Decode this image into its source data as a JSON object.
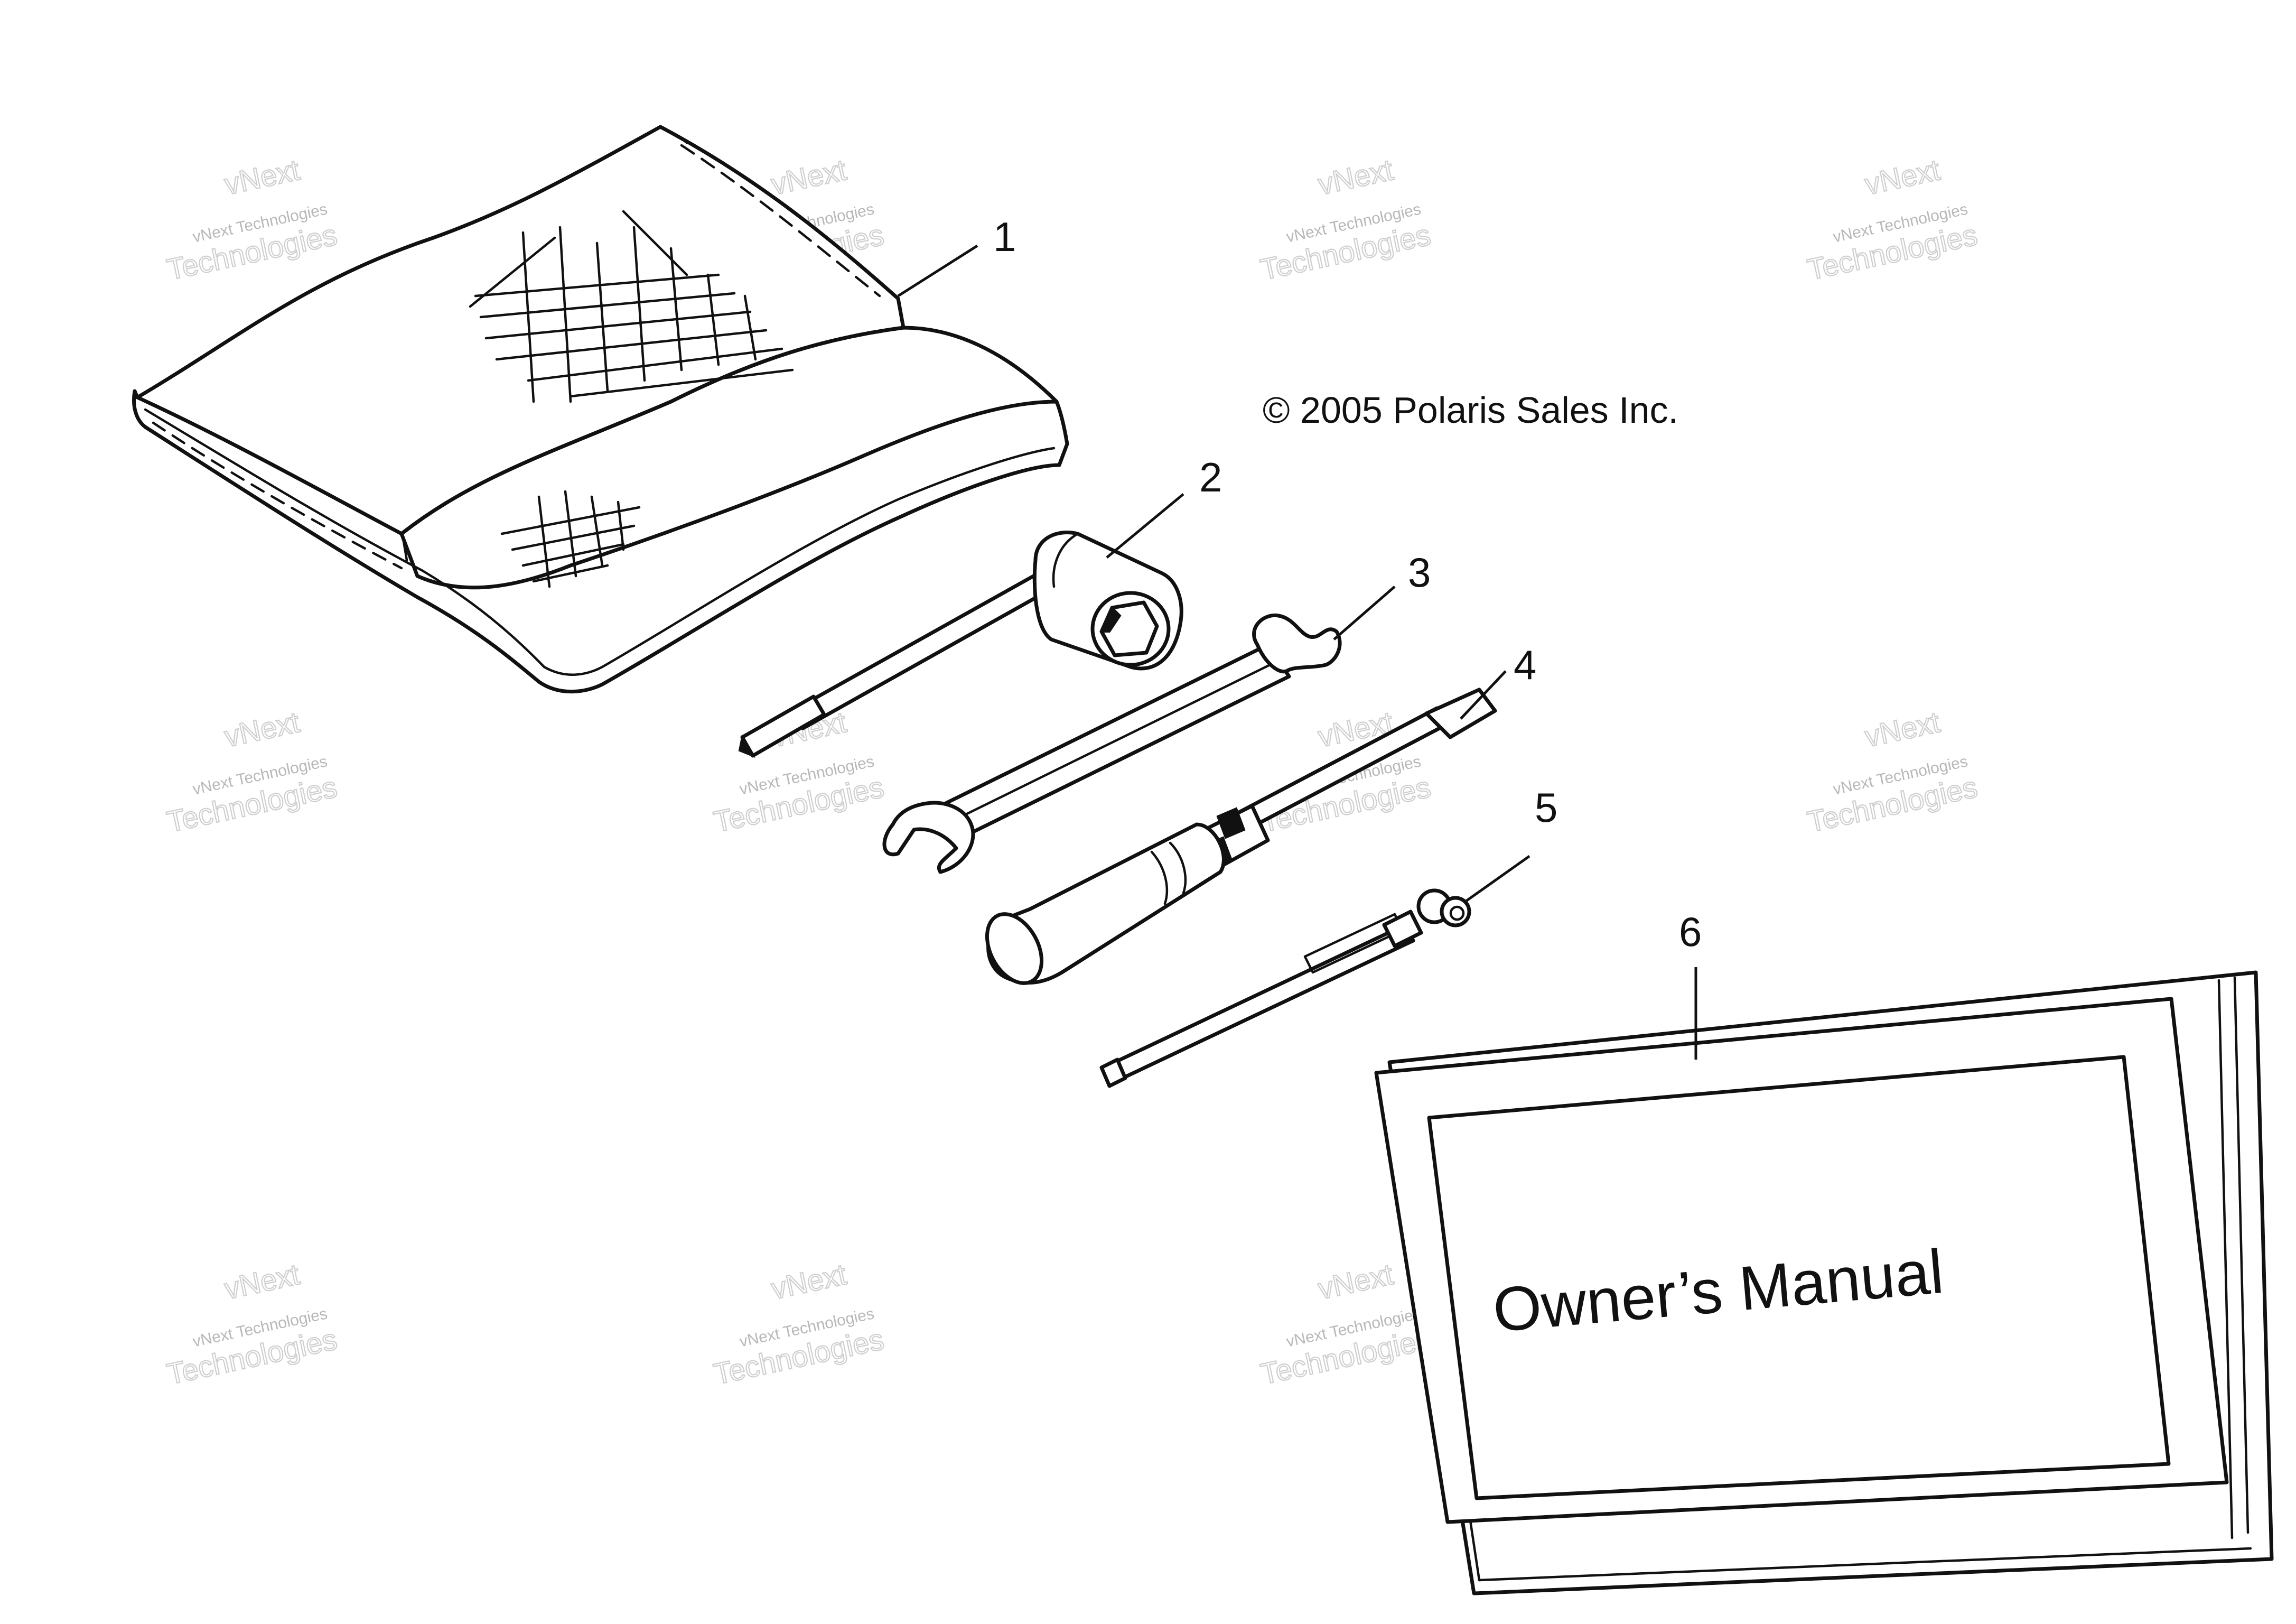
{
  "copyright": "© 2005 Polaris Sales Inc.",
  "callouts": [
    "1",
    "2",
    "3",
    "4",
    "5",
    "6"
  ],
  "manual_cover_text": "Owner’s Manual",
  "watermark": {
    "line1": "vNext Technologies",
    "line2": "vNext",
    "line3": "Technologies"
  }
}
